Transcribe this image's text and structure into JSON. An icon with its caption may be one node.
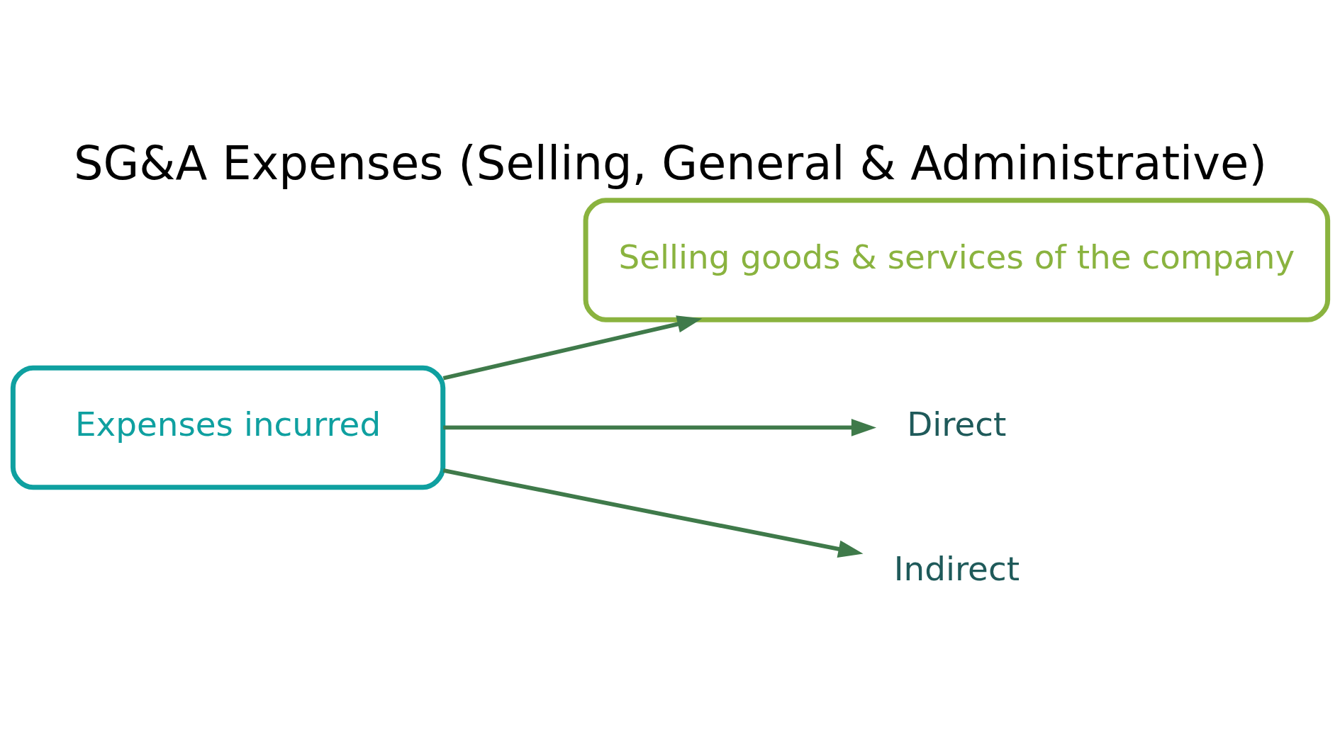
{
  "diagram": {
    "title": "SG&A Expenses (Selling, General & Administrative)",
    "nodes": [
      {
        "text": [
          "Expenses incurred"
        ]
      },
      {
        "text": [
          "Selling goods & services of the company"
        ]
      },
      {
        "text": [
          "Direct"
        ]
      },
      {
        "text": [
          "Indirect"
        ]
      }
    ],
    "edges": [
      {
        "from": 0,
        "to": 1,
        "arrow": "to"
      },
      {
        "from": 0,
        "to": 2,
        "arrow": "to"
      },
      {
        "from": 0,
        "to": 3,
        "arrow": "to"
      }
    ]
  }
}
